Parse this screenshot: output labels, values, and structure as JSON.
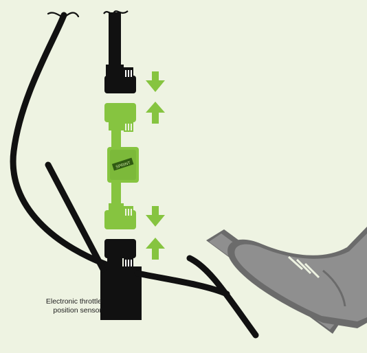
{
  "labels": {
    "sensor_line1": "Electronic throttle",
    "sensor_line2": "position sensor",
    "module_text": "SPRINT"
  },
  "icons": {
    "arrow_down": "down-arrow-icon",
    "arrow_up": "up-arrow-icon"
  },
  "colors": {
    "background": "#eef3e2",
    "green": "#86c440",
    "dark_green": "#2f5a12",
    "black": "#111111",
    "shoe_light": "#8f8f8f",
    "shoe_dark": "#6b6b6b"
  }
}
